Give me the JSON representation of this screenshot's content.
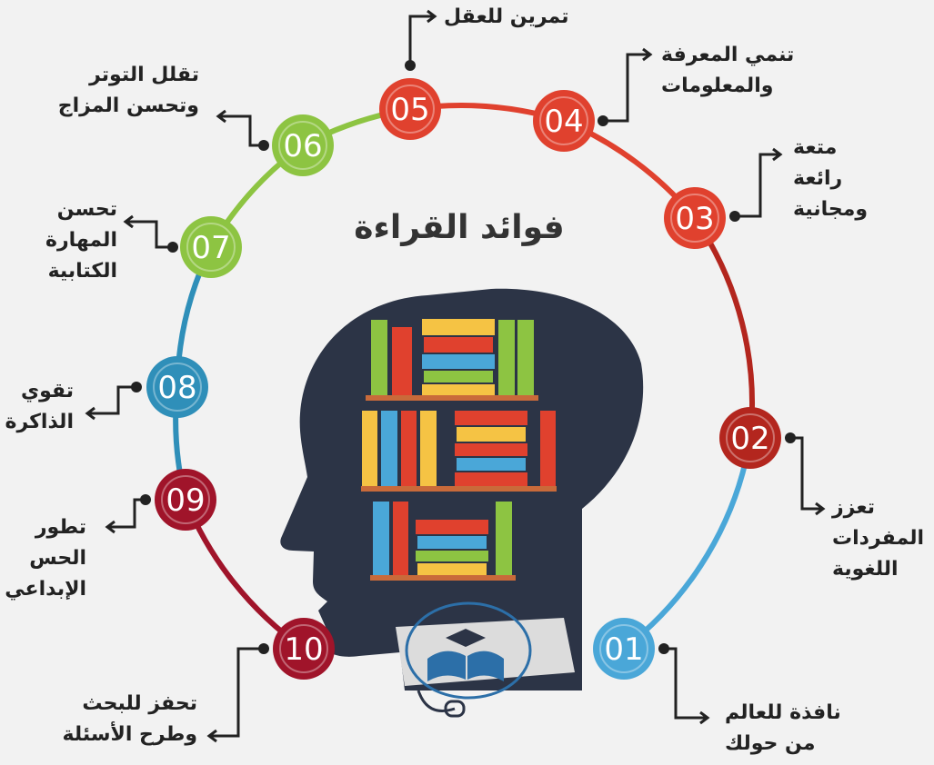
{
  "title": "فوائد القراءة",
  "colors": {
    "red": "#e0412e",
    "dark_red": "#b3261e",
    "maroon": "#a0142a",
    "blue": "#2f8fb9",
    "light_blue": "#4aa7d8",
    "green": "#8dc442",
    "head": "#2c3446"
  },
  "benefits": [
    {
      "num": "01",
      "lines": [
        "نافذة للعالم",
        "من حولك"
      ]
    },
    {
      "num": "02",
      "lines": [
        "تعزز",
        "المفردات",
        "اللغوية"
      ]
    },
    {
      "num": "03",
      "lines": [
        "متعة",
        "رائعة",
        "ومجانية"
      ]
    },
    {
      "num": "04",
      "lines": [
        "تنمي المعرفة",
        "والمعلومات"
      ]
    },
    {
      "num": "05",
      "lines": [
        "تمرين للعقل"
      ]
    },
    {
      "num": "06",
      "lines": [
        "تقلل التوتر",
        "وتحسن المزاج"
      ]
    },
    {
      "num": "07",
      "lines": [
        "تحسن",
        "المهارة",
        "الكتابية"
      ]
    },
    {
      "num": "08",
      "lines": [
        "تقوي",
        "الذاكرة"
      ]
    },
    {
      "num": "09",
      "lines": [
        "تطور",
        "الحس",
        "الإبداعي"
      ]
    },
    {
      "num": "10",
      "lines": [
        "تحفز للبحث",
        "وطرح الأسئلة"
      ]
    }
  ]
}
